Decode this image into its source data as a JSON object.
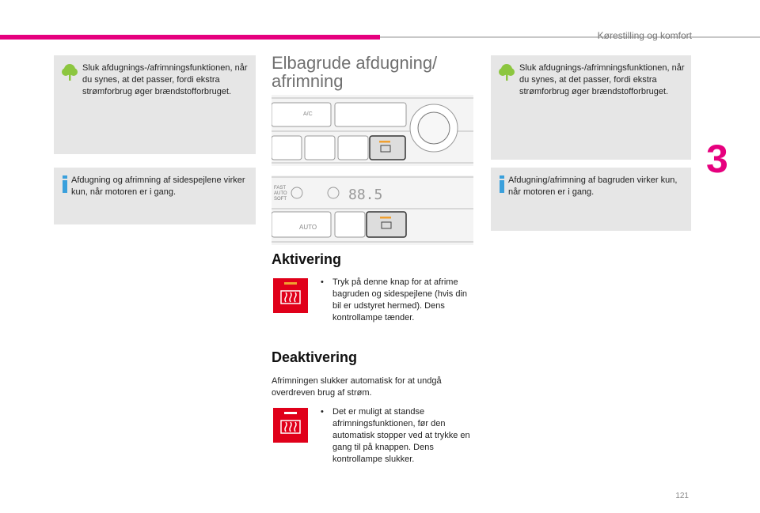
{
  "header": {
    "section_title": "Kørestilling og komfort",
    "chapter": "3"
  },
  "left": {
    "eco_note": "Sluk afdugnings-/afrimningsfunktionen, når du synes, at det passer, fordi ekstra strømforbrug øger brændstofforbruget.",
    "info_note": "Afdugning og afrimning af sidespejlene virker kun, når motoren er i gang."
  },
  "center": {
    "title_line1": "Elbagrude afdugning/",
    "title_line2": "afrimning",
    "panel1": {
      "ac_label": "A/C"
    },
    "panel2": {
      "auto_soft": [
        "FAST",
        "AUTO",
        "SOFT"
      ],
      "temp_readout": "88.5",
      "auto_label": "AUTO"
    },
    "activation": {
      "heading": "Aktivering",
      "bullet": "•",
      "text": "Tryk på denne knap for at afrime bagruden og sidespejlene (hvis din bil er udstyret hermed). Dens kontrollampe tænder."
    },
    "deactivation": {
      "heading": "Deaktivering",
      "intro": "Afrimningen slukker automatisk for at undgå overdreven brug af strøm.",
      "bullet": "•",
      "text": "Det er muligt at standse afrimningsfunktionen, før den automatisk stopper ved at trykke en gang til på knappen. Dens kontrollampe slukker."
    }
  },
  "right": {
    "eco_note": "Sluk afdugnings-/afrimningsfunktionen, når du synes, at det passer, fordi ekstra strømforbrug øger brændstofforbruget.",
    "info_note": "Afdugning/afrimning af bagruden virker kun, når motoren er i gang."
  },
  "footer": {
    "page_number": "121"
  },
  "colors": {
    "accent": "#e6007e",
    "eco_green": "#8cc63f",
    "info_blue": "#3aa0dc",
    "button_red": "#e0001a",
    "lamp_orange": "#f0a030"
  }
}
